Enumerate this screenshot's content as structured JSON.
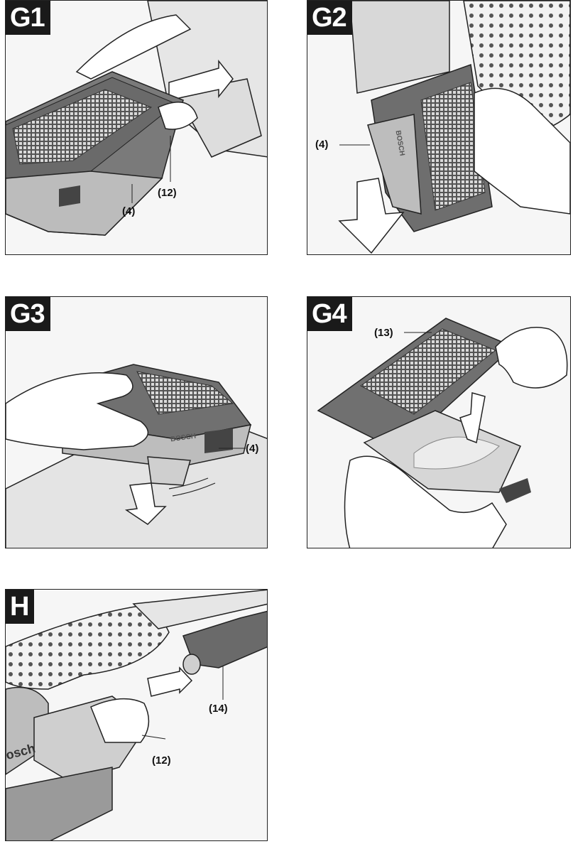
{
  "panels": [
    {
      "id": "G1",
      "callouts": [
        "(12)",
        "(4)"
      ]
    },
    {
      "id": "G2",
      "callouts": [
        "(4)"
      ],
      "logo": "BOSCH"
    },
    {
      "id": "G3",
      "callouts": [
        "(4)"
      ],
      "logo": "BOSCH"
    },
    {
      "id": "G4",
      "callouts": [
        "(13)"
      ]
    },
    {
      "id": "H",
      "callouts": [
        "(14)",
        "(12)"
      ],
      "logo": "osch"
    }
  ],
  "colors": {
    "tool_body": "#6b6b6b",
    "tool_light": "#bdbdbd",
    "hand": "#ffffff",
    "line": "#222222",
    "tag_bg": "#1a1a1a"
  }
}
